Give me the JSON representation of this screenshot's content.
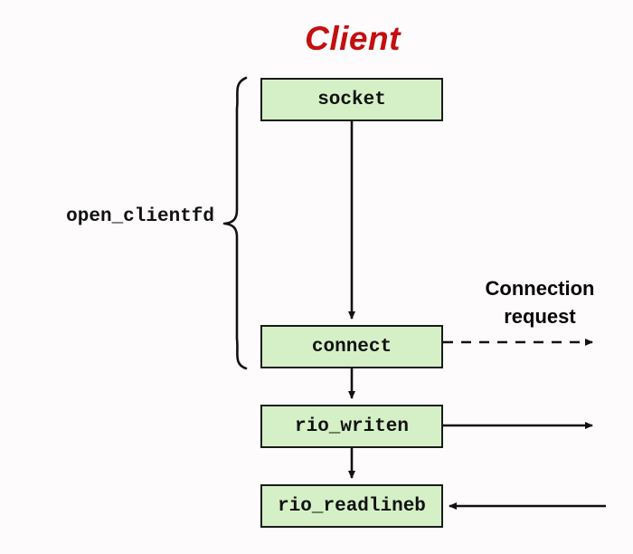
{
  "diagram": {
    "title": "Client",
    "title_color": "#c40f0f",
    "node_fill": "#d5f0c6",
    "node_border": "#1a1a1a",
    "nodes": [
      {
        "id": "socket",
        "label": "socket"
      },
      {
        "id": "connect",
        "label": "connect"
      },
      {
        "id": "rio_writen",
        "label": "rio_writen"
      },
      {
        "id": "rio_readlineb",
        "label": "rio_readlineb"
      }
    ],
    "group_label": "open_clientfd",
    "edge_label_line1": "Connection",
    "edge_label_line2": "request",
    "icons": {
      "brace": "curly-brace-icon",
      "arrow_down": "arrow-down-icon",
      "arrow_right_dashed": "dashed-arrow-right-icon",
      "arrow_right": "arrow-right-icon",
      "arrow_left": "arrow-left-icon"
    }
  }
}
